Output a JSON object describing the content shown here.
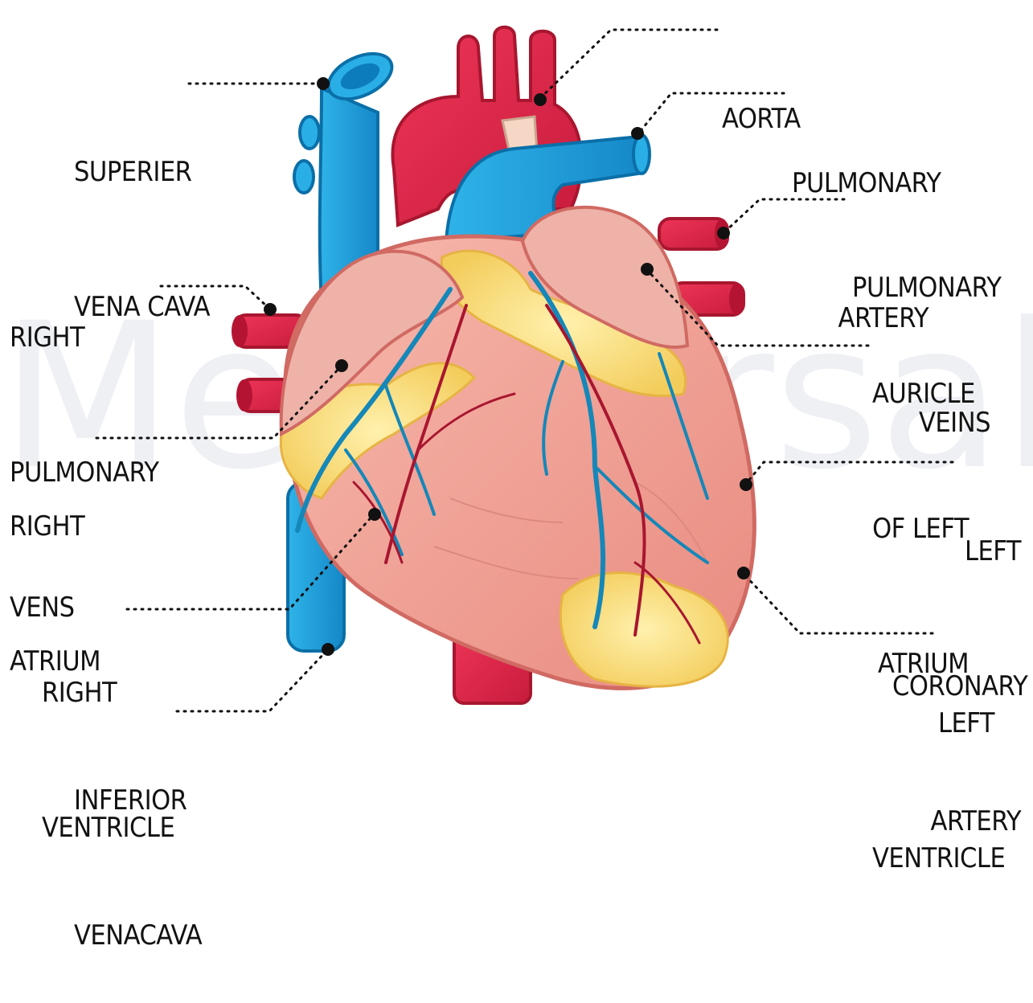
{
  "labels": {
    "superior_vena_cava": [
      "SUPERIER",
      "VENA CAVA"
    ],
    "aorta": [
      "AORTA"
    ],
    "pulmonary_artery": [
      "PULMONARY",
      "ARTERY"
    ],
    "pulmonary_veins": [
      "PULMONARY",
      "VEINS"
    ],
    "right_pulmonary_veins": [
      "RIGHT",
      "PULMONARY",
      "VENS"
    ],
    "auricle_left_atrium": [
      "AURICLE",
      "OF LEFT",
      "ATRIUM"
    ],
    "right_atrium": [
      "RIGHT",
      "ATRIUM"
    ],
    "left_coronary_artery": [
      "LEFT",
      "CORONARY",
      "ARTERY"
    ],
    "right_ventricle": [
      "RIGHT",
      "VENTRICLE"
    ],
    "left_ventricle": [
      "LEFT",
      "VENTRICLE"
    ],
    "inferior_vena_cava": [
      "INFERIOR",
      "VENACAVA"
    ]
  },
  "colors": {
    "vein_blue": "#1e9fd8",
    "vein_blue_dark": "#0b6fa8",
    "artery_red": "#e0244a",
    "artery_red_dark": "#a8162f",
    "muscle_pink": "#f2a69a",
    "muscle_pink_dark": "#d9736b",
    "atrium_pink": "#efb4aa",
    "fat_yellow": "#fbe58a",
    "fat_yellow_dark": "#efc24e",
    "leader_dots": "#111111"
  }
}
